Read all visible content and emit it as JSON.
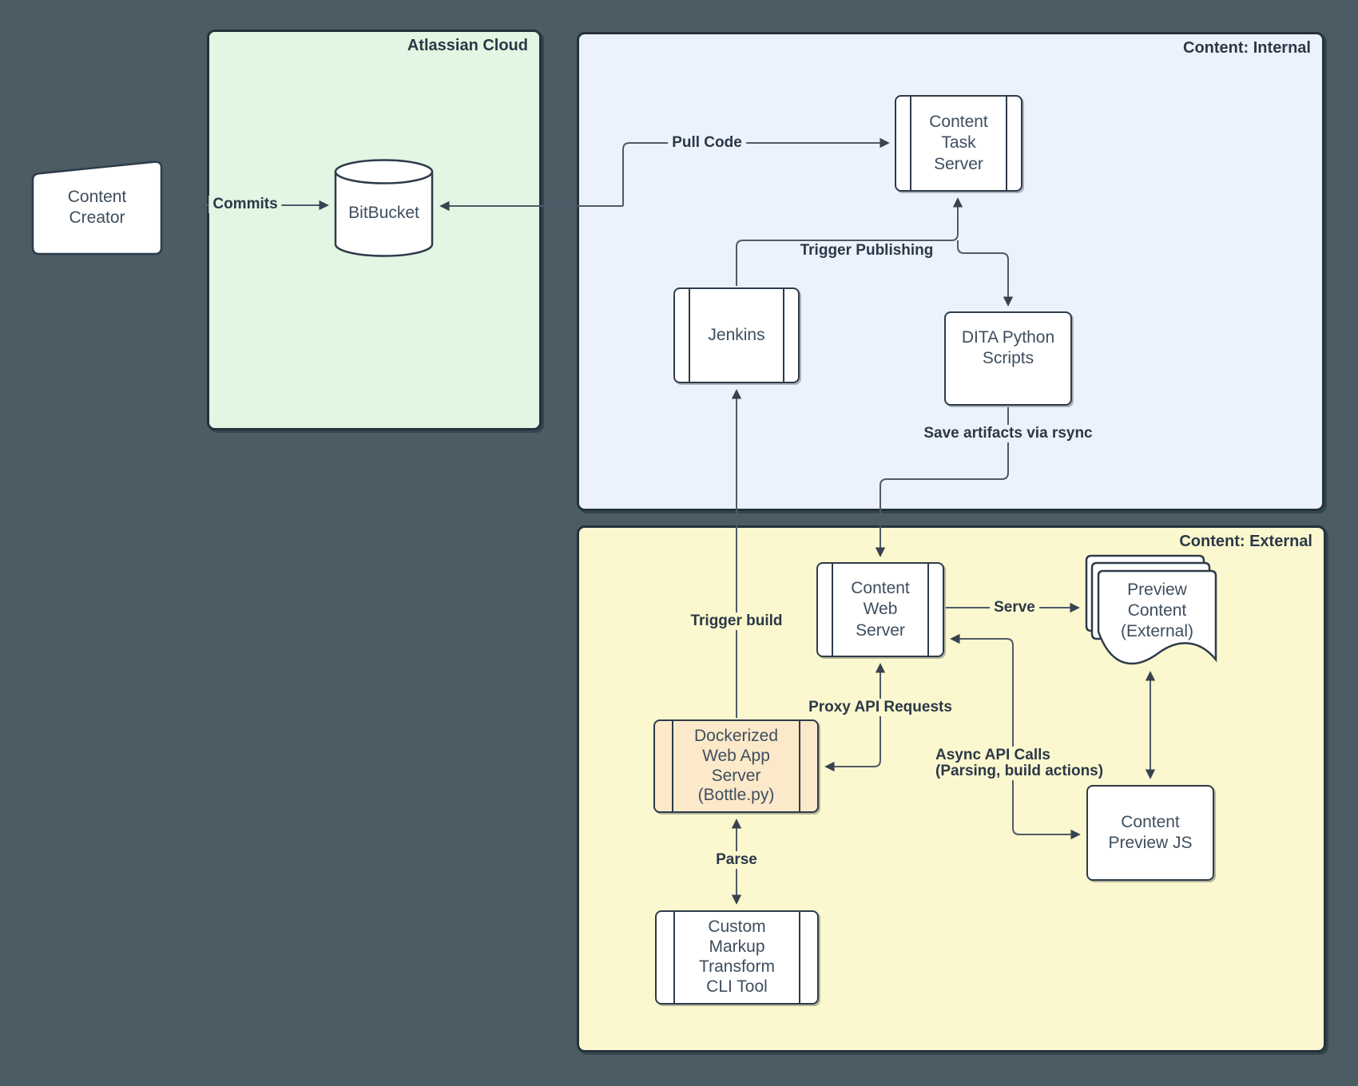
{
  "containers": [
    {
      "id": "atlassian-cloud",
      "title": "Atlassian Cloud"
    },
    {
      "id": "content-internal",
      "title": "Content: Internal"
    },
    {
      "id": "content-external",
      "title": "Content: External"
    }
  ],
  "nodes": [
    {
      "id": "content-creator",
      "type": "manual-input",
      "label": "Content\nCreator"
    },
    {
      "id": "bitbucket",
      "type": "database-cylinder",
      "label": "BitBucket"
    },
    {
      "id": "content-task-server",
      "type": "process",
      "label": "Content\nTask\nServer"
    },
    {
      "id": "jenkins",
      "type": "process",
      "label": "Jenkins"
    },
    {
      "id": "dita-python-scripts",
      "type": "rounded-rect",
      "label": "DITA Python\nScripts"
    },
    {
      "id": "content-web-server",
      "type": "process",
      "label": "Content\nWeb\nServer"
    },
    {
      "id": "preview-content-external",
      "type": "multi-document",
      "label": "Preview\nContent\n(External)"
    },
    {
      "id": "dockerized-web-app-server",
      "type": "process",
      "label": "Dockerized\nWeb App\nServer\n(Bottle.py)"
    },
    {
      "id": "content-preview-js",
      "type": "rounded-rect",
      "label": "Content\nPreview JS"
    },
    {
      "id": "custom-markup-cli",
      "type": "process",
      "label": "Custom\nMarkup\nTransform\nCLI Tool"
    }
  ],
  "edges": [
    {
      "id": "commits",
      "label": "Commits",
      "from": "content-creator",
      "to": "bitbucket"
    },
    {
      "id": "pull-code",
      "label": "Pull Code",
      "from": "bitbucket",
      "to": "content-task-server"
    },
    {
      "id": "trigger-publishing",
      "label": "Trigger Publishing",
      "from": "jenkins",
      "to": "content-task-server"
    },
    {
      "id": "publish-to-scripts",
      "label": "",
      "from": "content-task-server",
      "to": "dita-python-scripts"
    },
    {
      "id": "save-artifacts",
      "label": "Save artifacts via rsync",
      "from": "dita-python-scripts",
      "to": "content-web-server"
    },
    {
      "id": "trigger-build",
      "label": "Trigger build",
      "from": "dockerized-web-app-server",
      "to": "jenkins"
    },
    {
      "id": "serve",
      "label": "Serve",
      "from": "content-web-server",
      "to": "preview-content-external"
    },
    {
      "id": "proxy-api-requests",
      "label": "Proxy API Requests",
      "from": "dockerized-web-app-server",
      "to": "content-web-server",
      "bidirectional": true
    },
    {
      "id": "async-api-calls",
      "label": "Async API Calls\n(Parsing, build actions)",
      "from": "content-web-server",
      "to": "content-preview-js",
      "bidirectional": true
    },
    {
      "id": "preview-sync",
      "label": "",
      "from": "preview-content-external",
      "to": "content-preview-js",
      "bidirectional": true
    },
    {
      "id": "parse",
      "label": "Parse",
      "from": "dockerized-web-app-server",
      "to": "custom-markup-cli",
      "bidirectional": true
    }
  ],
  "colors": {
    "background": "#4b5c64",
    "container_green": "#e2f6e4",
    "container_blue": "#ecf2fd",
    "container_yellow": "#fbf8cf",
    "node_fill": "#ffffff",
    "node_accent_fill": "#fce9ca",
    "border": "#2e3b49",
    "connector": "#4f5a68"
  }
}
